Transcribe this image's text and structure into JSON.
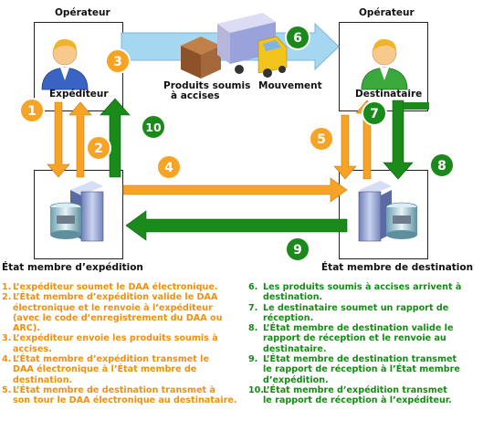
{
  "title_left": "Opérateur",
  "title_right": "Opérateur",
  "expediteur": "Expéditeur",
  "destinataire": "Destinataire",
  "produits": [
    "Produits soumis",
    "à accises"
  ],
  "mouvement": "Mouvement",
  "etat_expedition": "État membre d’expédition",
  "etat_destination": "État membre de destination",
  "colors": {
    "orange": "#f7a325",
    "green": "#1a8a1a",
    "arrow_blue": "#9fd2ef"
  },
  "badges": [
    "1",
    "2",
    "3",
    "4",
    "5",
    "6",
    "7",
    "8",
    "9",
    "10"
  ],
  "legend_left": [
    {
      "num": "1.",
      "text": [
        "L’expéditeur soumet le DAA électronique."
      ]
    },
    {
      "num": "2.",
      "text": [
        "L’État membre d’expédition valide le DAA",
        "électronique et le renvoie à l’expéditeur",
        "(avec le code d’enregistrement du DAA ou",
        "ARC)."
      ]
    },
    {
      "num": "3.",
      "text": [
        "L’expéditeur envoie les produits soumis à",
        "accises."
      ]
    },
    {
      "num": "4.",
      "text": [
        "L’État membre d’expédition transmet le",
        "DAA électronique à l’État membre de",
        "destination."
      ]
    },
    {
      "num": "5.",
      "text": [
        "L’État membre de destination transmet à",
        "son tour le DAA électronique au destinataire."
      ]
    }
  ],
  "legend_right": [
    {
      "num": "6.",
      "text": [
        "Les produits soumis à accises arrivent à",
        "destination."
      ]
    },
    {
      "num": "7.",
      "text": [
        "Le destinataire soumet un rapport de",
        "réception."
      ]
    },
    {
      "num": "8.",
      "text": [
        "L’État membre de destination valide le",
        "rapport de réception et le renvoie au",
        "destinataire."
      ]
    },
    {
      "num": "9.",
      "text": [
        "L’État membre de destination transmet",
        "le rapport de réception à l’État membre",
        "d’expédition."
      ]
    },
    {
      "num": "10.",
      "text": [
        "L’État membre d’expédition transmet",
        "le rapport de réception à l’expéditeur."
      ]
    }
  ]
}
